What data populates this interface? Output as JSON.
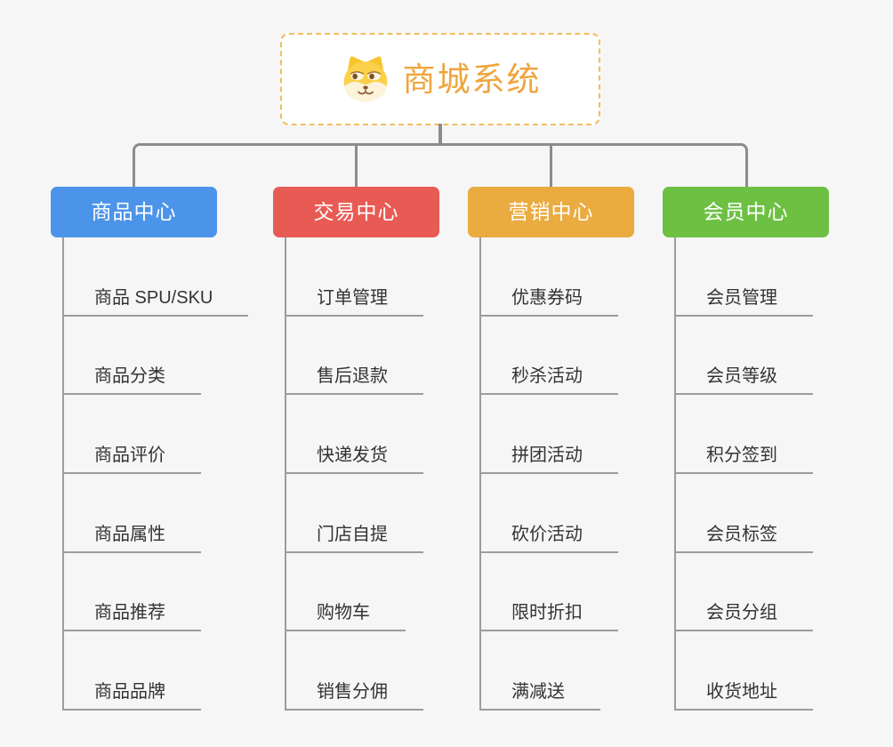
{
  "root": {
    "title": "商城系统",
    "icon": "dog-face-icon"
  },
  "branches": [
    {
      "label": "商品中心",
      "color": "#4b94e9",
      "items": [
        "商品 SPU/SKU",
        "商品分类",
        "商品评价",
        "商品属性",
        "商品推荐",
        "商品品牌"
      ]
    },
    {
      "label": "交易中心",
      "color": "#e85b55",
      "items": [
        "订单管理",
        "售后退款",
        "快递发货",
        "门店自提",
        "购物车",
        "销售分佣"
      ]
    },
    {
      "label": "营销中心",
      "color": "#eaab40",
      "items": [
        "优惠券码",
        "秒杀活动",
        "拼团活动",
        "砍价活动",
        "限时折扣",
        "满减送"
      ]
    },
    {
      "label": "会员中心",
      "color": "#6ec043",
      "items": [
        "会员管理",
        "会员等级",
        "积分签到",
        "会员标签",
        "会员分组",
        "收货地址"
      ]
    }
  ],
  "colors": {
    "canvas_background": "#f6f6f6",
    "connector_gray": "#8c8c8c",
    "underline_gray": "#9c9c9c",
    "root_border_orange": "#f2bd5f",
    "root_title_orange": "#efa53d",
    "item_text": "#333333"
  }
}
